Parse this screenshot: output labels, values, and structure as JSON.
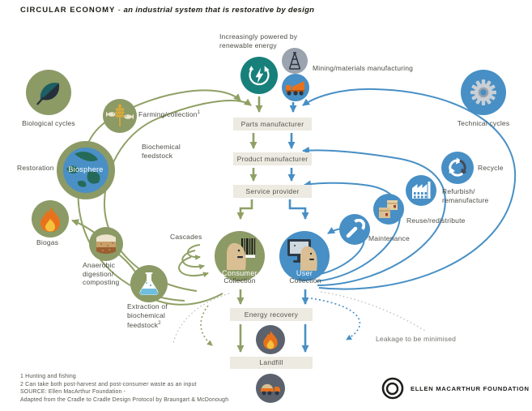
{
  "title": {
    "brand": "CIRCULAR ECONOMY",
    "dash": " - ",
    "tagline": "an industrial system that is restorative by design"
  },
  "top": {
    "renewable_line1": "Increasingly powered by",
    "renewable_line2": "renewable energy",
    "mining": "Mining/materials manufacturing"
  },
  "chain": {
    "parts": "Parts manufacturer",
    "product": "Product manufacturer",
    "service": "Service provider",
    "energy_recovery": "Energy recovery",
    "landfill": "Landfill"
  },
  "biological": {
    "cycles": "Biological cycles",
    "farming": "Farming/collection",
    "farming_sup": "1",
    "feedstock_line1": "Biochemical",
    "feedstock_line2": "feedstock",
    "restoration": "Restoration",
    "biosphere": "Biosphere",
    "biogas": "Biogas",
    "anaerobic_line1": "Anaerobic",
    "anaerobic_line2": "digestion/",
    "anaerobic_line3": "composting",
    "extraction_line1": "Extraction of",
    "extraction_line2": "biochemical",
    "extraction_line3": "feedstock",
    "extraction_sup": "2",
    "cascades": "Cascades",
    "consumer": "Consumer",
    "collection": "Collection"
  },
  "technical": {
    "cycles": "Technical cycles",
    "recycle": "Recycle",
    "refurbish_line1": "Refurbish/",
    "refurbish_line2": "remanufacture",
    "reuse": "Reuse/redistribute",
    "maintenance": "Maintenance",
    "user": "User",
    "collection": "Collection",
    "leakage": "Leakage to be minimised"
  },
  "footnotes": {
    "line1": "1 Hunting and fishing",
    "line2": "2 Can take both post-harvest and post-consumer waste as an input",
    "line3": "SOURCE: Ellen MacArthur Foundation -",
    "line4": "Adapted from the Cradle to Cradle Design Protocol by Braungart & McDonough"
  },
  "logo": {
    "name": "ELLEN MACARTHUR FOUNDATION"
  },
  "colors": {
    "olive_green": "#8c9a66",
    "blue": "#478fc5",
    "teal": "#17807a",
    "slate": "#5b626d",
    "gray": "#9ba3ae",
    "box_beige": "#eceae1",
    "text_gray": "#4c4e47",
    "orange": "#e8721c",
    "yellow": "#f6c23d",
    "tan": "#d9bf93"
  },
  "icons": {
    "leaf-icon": "leaf",
    "renewable-energy-icon": "lightning bolt in circular arrows",
    "oil-derrick-icon": "drilling rig tower",
    "mining-truck-icon": "dump truck",
    "wheat-fish-icon": "wheat stalk with two fish",
    "globe-icon": "earth globe",
    "flame-icon": "flame",
    "soil-layers-icon": "soil layers",
    "flask-icon": "laboratory flask",
    "person-barcode-icon": "person with barcode",
    "person-monitor-icon": "person at computer monitor",
    "gear-icon": "cog wheel",
    "recycle-icon": "recycling arrows",
    "factory-icon": "factory building",
    "boxes-icon": "shipping boxes",
    "wrench-icon": "wrench",
    "dump-truck-icon": "loaded dump truck",
    "emf-logo-icon": "concentric circles"
  }
}
